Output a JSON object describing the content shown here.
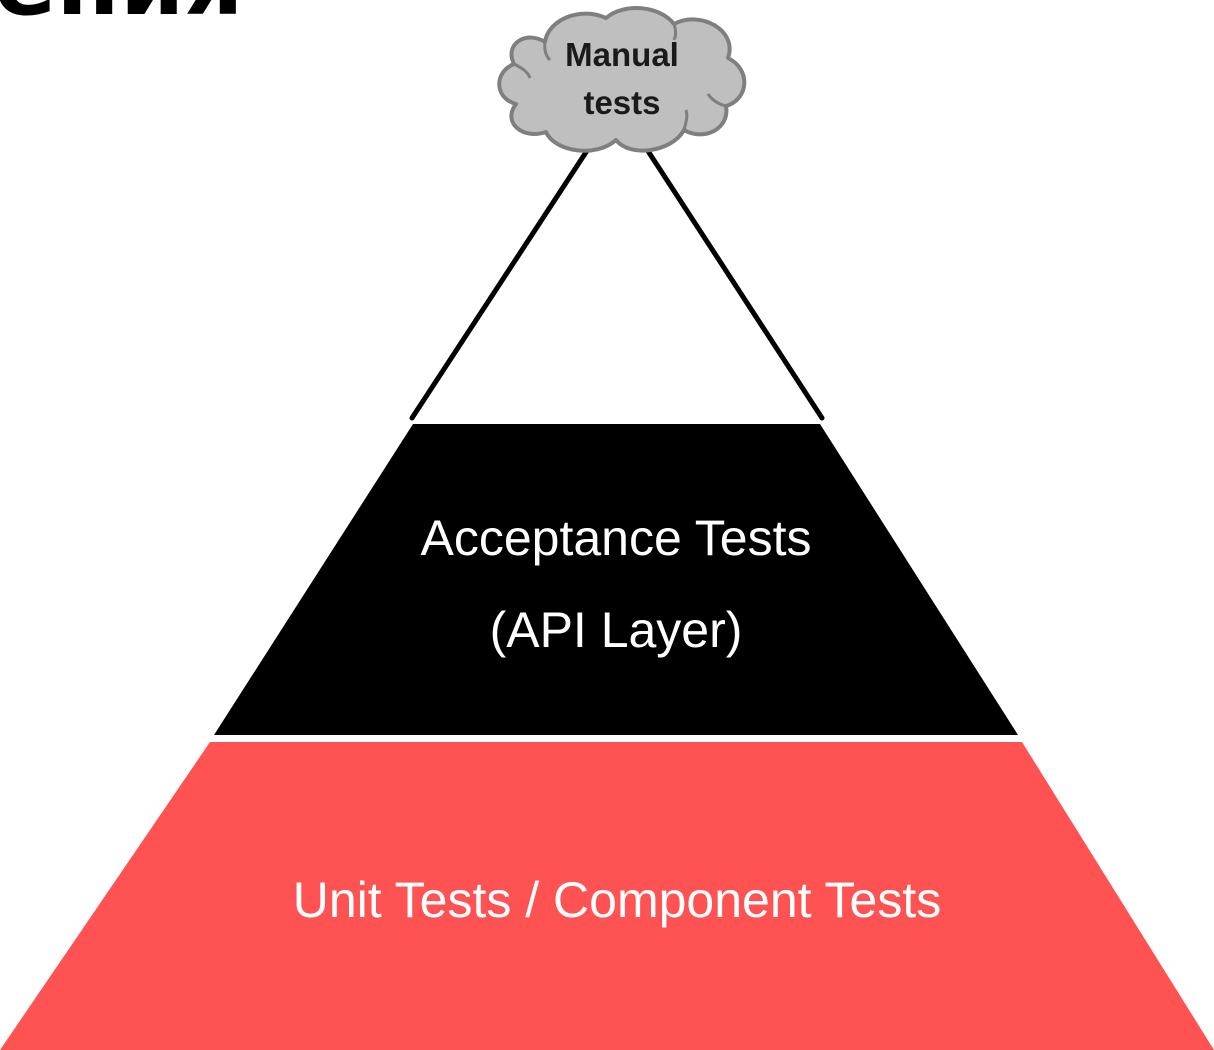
{
  "title_fragment": "ения",
  "colors": {
    "background": "#ffffff",
    "top_outline": "#000000",
    "middle_layer": "#000000",
    "bottom_layer": "#ff5252",
    "cloud_fill": "#bfbfbf",
    "cloud_stroke": "#7f7f7f",
    "layer_text": "#ffffff"
  },
  "cloud": {
    "line1": "Manual",
    "line2": "tests"
  },
  "layers": {
    "middle": {
      "line1": "Acceptance Tests",
      "line2": "(API Layer)"
    },
    "bottom": {
      "label": "Unit Tests / Component Tests"
    }
  }
}
